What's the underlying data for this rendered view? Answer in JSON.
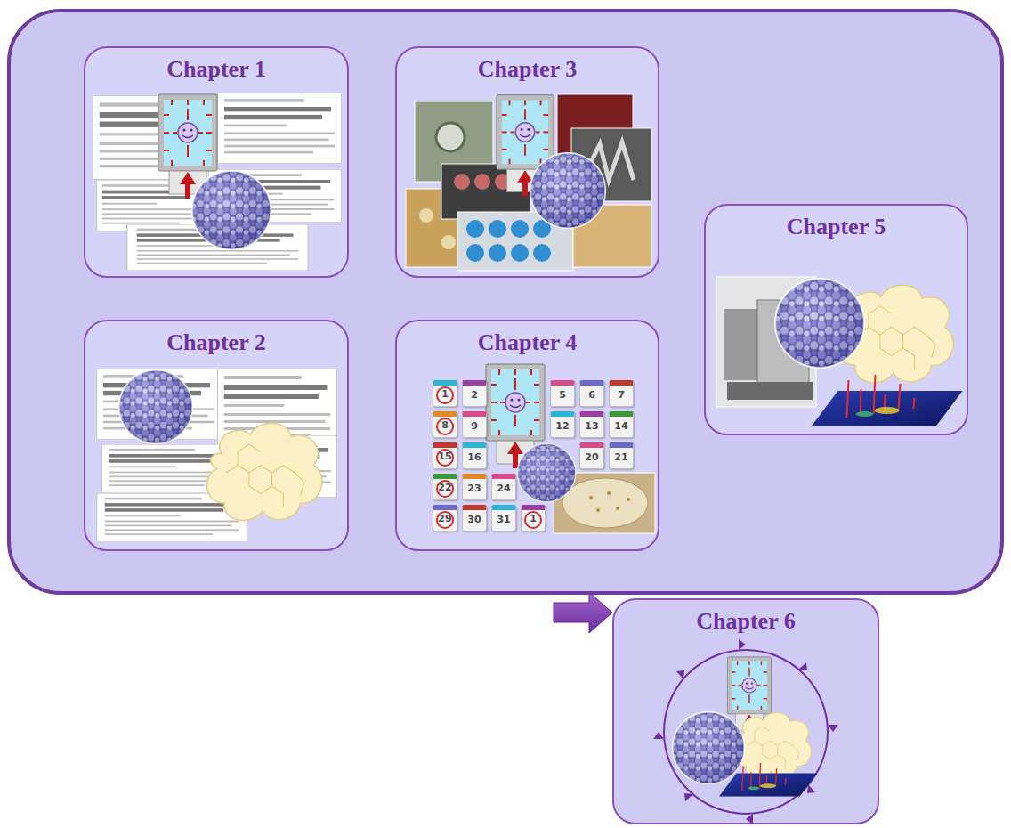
{
  "diagram": {
    "nodes": [
      {
        "text": []
      },
      {
        "text": [
          "Chapter 1"
        ],
        "in": 0
      },
      {
        "text": [
          "Chapter 2"
        ],
        "in": 0
      },
      {
        "text": [
          "Chapter 3"
        ],
        "in": 0
      },
      {
        "text": [
          "Chapter 4"
        ],
        "in": 0
      },
      {
        "text": [
          "Chapter 5"
        ],
        "in": 0
      },
      {
        "text": [
          "Chapter 6"
        ]
      }
    ],
    "edges": [
      {
        "from": 0,
        "to": 6,
        "arrow": "to"
      }
    ],
    "labels": [
      "1",
      "2",
      "5",
      "6",
      "7",
      "8",
      "9",
      "12",
      "13",
      "14",
      "15",
      "16",
      "20",
      "21",
      "22",
      "23",
      "24",
      "29",
      "30",
      "31",
      "1"
    ]
  }
}
